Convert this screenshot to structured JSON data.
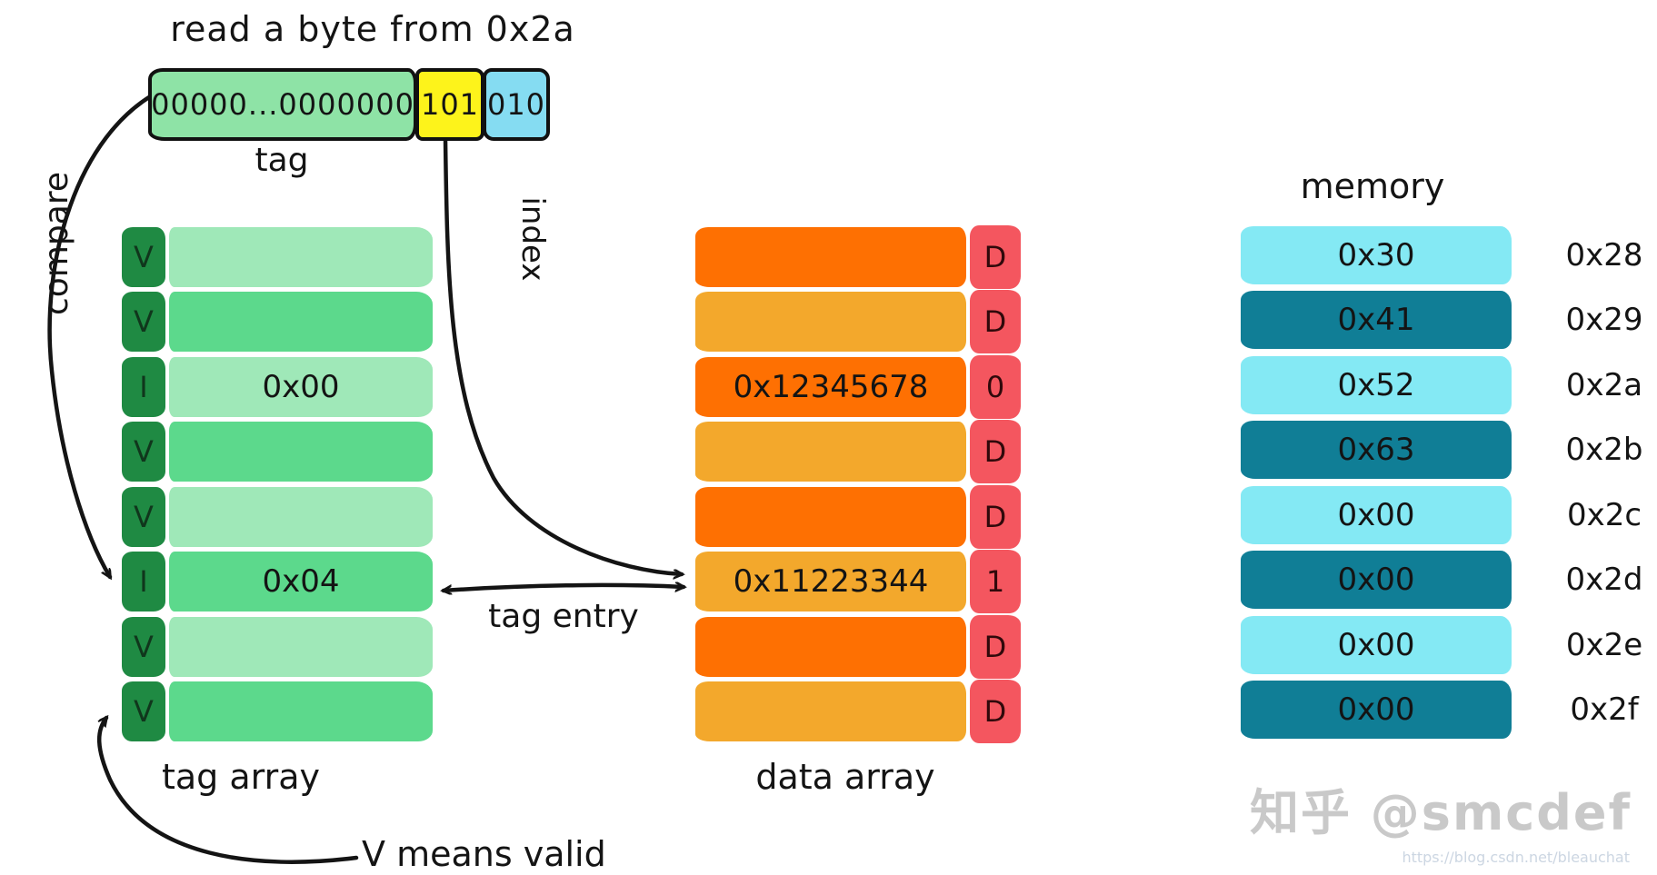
{
  "title": "read a byte from 0x2a",
  "address_box": {
    "tag_bits": "00000...0000000",
    "index_bits": "101",
    "offset_bits": "010",
    "tag_label": "tag"
  },
  "labels": {
    "compare": "compare",
    "index": "index",
    "tag_entry": "tag entry",
    "tag_array": "tag array",
    "data_array": "data array",
    "memory": "memory",
    "v_means_valid": "V means valid"
  },
  "tag_array": {
    "rows": [
      {
        "flag": "V",
        "value": ""
      },
      {
        "flag": "V",
        "value": ""
      },
      {
        "flag": "I",
        "value": "0x00"
      },
      {
        "flag": "V",
        "value": ""
      },
      {
        "flag": "V",
        "value": ""
      },
      {
        "flag": "I",
        "value": "0x04"
      },
      {
        "flag": "V",
        "value": ""
      },
      {
        "flag": "V",
        "value": ""
      }
    ]
  },
  "data_array": {
    "rows": [
      {
        "value": "",
        "flag": "D"
      },
      {
        "value": "",
        "flag": "D"
      },
      {
        "value": "0x12345678",
        "flag": "0"
      },
      {
        "value": "",
        "flag": "D"
      },
      {
        "value": "",
        "flag": "D"
      },
      {
        "value": "0x11223344",
        "flag": "1"
      },
      {
        "value": "",
        "flag": "D"
      },
      {
        "value": "",
        "flag": "D"
      }
    ]
  },
  "memory": {
    "rows": [
      {
        "value": "0x30",
        "address": "0x28"
      },
      {
        "value": "0x41",
        "address": "0x29"
      },
      {
        "value": "0x52",
        "address": "0x2a"
      },
      {
        "value": "0x63",
        "address": "0x2b"
      },
      {
        "value": "0x00",
        "address": "0x2c"
      },
      {
        "value": "0x00",
        "address": "0x2d"
      },
      {
        "value": "0x00",
        "address": "0x2e"
      },
      {
        "value": "0x00",
        "address": "0x2f"
      }
    ]
  },
  "watermark": {
    "brand": "知乎 @smcdef",
    "url": "https://blog.csdn.net/bleauchat"
  },
  "colors": {
    "tag_light": "#9fe8b8",
    "tag_mid": "#5cd98c",
    "valid_cell": "#1f8a43",
    "data_dark": "#fe7002",
    "data_light": "#f3a82c",
    "dirty_cell": "#f4565f",
    "memory_light": "#84e9f4",
    "memory_dark": "#107e96",
    "address_tag": "#8ee3a6",
    "address_index": "#fdf31b",
    "address_offset": "#85dcf2",
    "ink": "#141414"
  }
}
